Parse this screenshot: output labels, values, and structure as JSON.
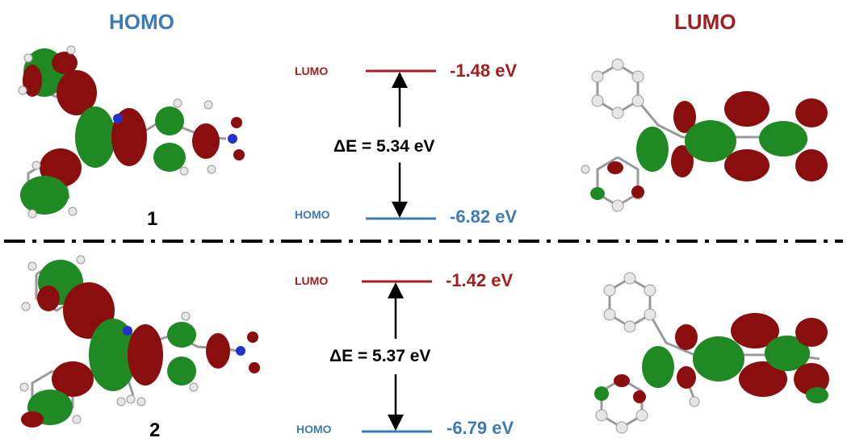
{
  "headers": {
    "left": "HOMO",
    "right": "LUMO"
  },
  "colors": {
    "homo": "#3d7ab8",
    "lumo": "#a51d1d",
    "lobe_green": "#1f8a24",
    "lobe_red": "#8b0e0e"
  },
  "molecules": [
    {
      "label": "1",
      "lumo_label": "LUMO",
      "homo_label": "HOMO",
      "lumo_energy": "-1.48 eV",
      "homo_energy": "-6.82 eV",
      "gap": "ΔE = 5.34 eV",
      "lumo_ev": -1.48,
      "homo_ev": -6.82
    },
    {
      "label": "2",
      "lumo_label": "LUMO",
      "homo_label": "HOMO",
      "lumo_energy": "-1.42 eV",
      "homo_energy": "-6.79 eV",
      "gap": "ΔE = 5.37 eV",
      "lumo_ev": -1.42,
      "homo_ev": -6.79
    }
  ]
}
